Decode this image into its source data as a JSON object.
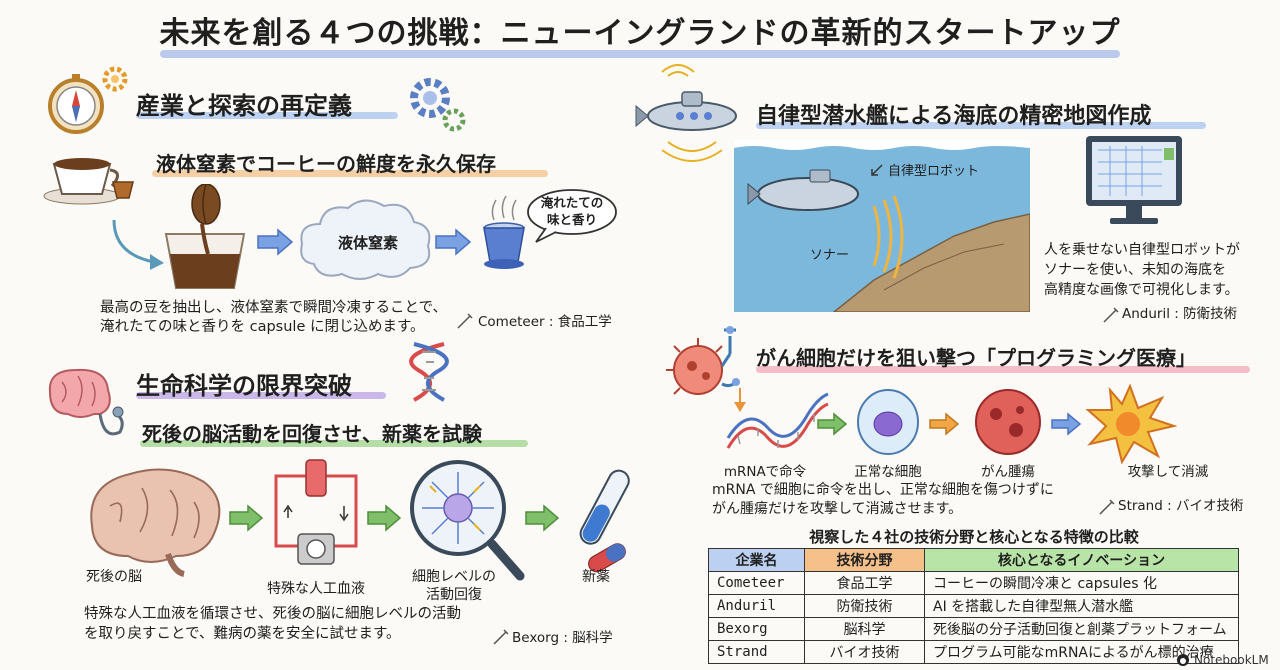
{
  "title": "未来を創る４つの挑戦：ニューイングランドの革新的スタートアップ",
  "colors": {
    "title_underline": "#9fb5e8",
    "section_underline": "#a8c4ef",
    "coffee_underline": "#f6c08a",
    "bio_underline": "#b9a3e3",
    "brain_underline": "#9dd48c",
    "cancer_underline": "#f1a9b8",
    "accent_green": "#7fbf6a",
    "accent_blue": "#7aa2e3",
    "accent_orange": "#f2a646"
  },
  "left": {
    "section1": {
      "heading": "産業と探索の再定義",
      "coffee": {
        "subheading": "液体窒素でコーヒーの鮮度を永久保存",
        "cloud_label": "液体窒素",
        "bubble_label": "淹れたての\n味と香り",
        "description_line1": "最高の豆を抽出し、液体窒素で瞬間冷凍することで、",
        "description_line2": "淹れたての味と香りを capsule に閉じ込めます。",
        "credit": "Cometeer : 食品工学"
      }
    },
    "section2": {
      "heading": "生命科学の限界突破",
      "brain": {
        "subheading": "死後の脳活動を回復させ、新薬を試験",
        "label_brain": "死後の脳",
        "label_blood": "特殊な人工血液",
        "label_cell_line1": "細胞レベルの",
        "label_cell_line2": "活動回復",
        "label_drug": "新薬",
        "description_line1": "特殊な人工血液を循環させ、死後の脳に細胞レベルの活動",
        "description_line2": "を取り戻すことで、難病の薬を安全に試せます。",
        "credit": "Bexorg : 脳科学"
      }
    }
  },
  "right": {
    "sub": {
      "heading": "自律型潜水艦による海底の精密地図作成",
      "robot_label": "自律型ロボット",
      "sonar_label": "ソナー",
      "description_line1": "人を乗せない自律型ロボットが",
      "description_line2": "ソナーを使い、未知の海底を",
      "description_line3": "高精度な画像で可視化します。",
      "credit": "Anduril : 防衛技術"
    },
    "cancer": {
      "heading": "がん細胞だけを狙い撃つ「プログラミング医療」",
      "label_mrna": "mRNAで命令",
      "label_normal": "正常な細胞",
      "label_tumor": "がん腫瘍",
      "label_attack": "攻撃して消滅",
      "description_line1": "mRNA で細胞に命令を出し、正常な細胞を傷つけずに",
      "description_line2": "がん腫瘍だけを攻撃して消滅させます。",
      "credit": "Strand : バイオ技術"
    },
    "table": {
      "caption": "視察した４社の技術分野と核心となる特徴の比較",
      "headers": [
        "企業名",
        "技術分野",
        "核心となるイノベーション"
      ],
      "rows": [
        [
          "Cometeer",
          "食品工学",
          "コーヒーの瞬間冷凍と capsules 化"
        ],
        [
          "Anduril",
          "防衛技術",
          "AI を搭載した自律型無人潜水艦"
        ],
        [
          "Bexorg",
          "脳科学",
          "死後脳の分子活動回復と創薬プラットフォーム"
        ],
        [
          "Strand",
          "バイオ技術",
          "プログラム可能なmRNAによるがん標的治療"
        ]
      ],
      "header_colors": [
        "#bcd0f2",
        "#f6c08a",
        "#b9e4a8"
      ]
    }
  },
  "watermark": "NotebookLM"
}
